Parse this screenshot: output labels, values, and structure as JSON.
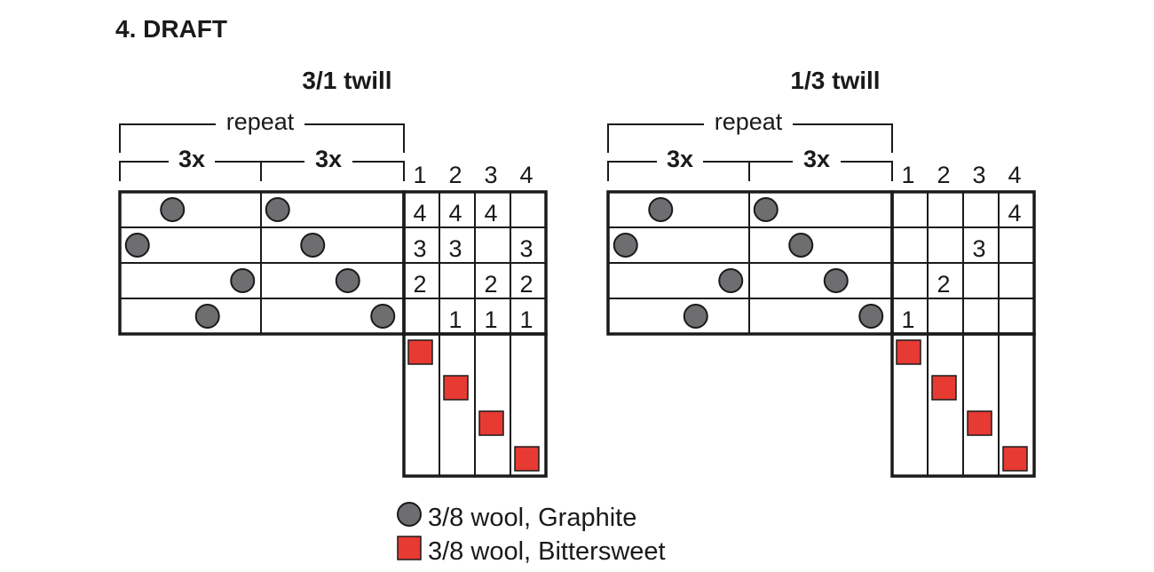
{
  "heading": "4. DRAFT",
  "colors": {
    "graphite": "#6e6e70",
    "bittersweet": "#e63a33",
    "ink": "#1a1a1a"
  },
  "drafts": [
    {
      "title": "3/1 twill",
      "repeat_label": "repeat",
      "group_labels": [
        "3x",
        "3x"
      ],
      "shaft_numbers": [
        "1",
        "2",
        "3",
        "4"
      ],
      "threading_rows": [
        [
          2,
          5
        ],
        [
          1,
          6
        ],
        [
          4,
          7
        ],
        [
          3,
          8
        ]
      ],
      "tieup": [
        [
          "4",
          "4",
          "4",
          ""
        ],
        [
          "3",
          "3",
          "",
          "3"
        ],
        [
          "2",
          "",
          "2",
          "2"
        ],
        [
          "",
          "1",
          "1",
          "1"
        ]
      ],
      "treadling": [
        1,
        2,
        3,
        4
      ]
    },
    {
      "title": "1/3 twill",
      "repeat_label": "repeat",
      "group_labels": [
        "3x",
        "3x"
      ],
      "shaft_numbers": [
        "1",
        "2",
        "3",
        "4"
      ],
      "threading_rows": [
        [
          2,
          5
        ],
        [
          1,
          6
        ],
        [
          4,
          7
        ],
        [
          3,
          8
        ]
      ],
      "tieup": [
        [
          "",
          "",
          "",
          "4"
        ],
        [
          "",
          "",
          "3",
          ""
        ],
        [
          "",
          "2",
          "",
          ""
        ],
        [
          "1",
          "",
          "",
          ""
        ]
      ],
      "treadling": [
        1,
        2,
        3,
        4
      ]
    }
  ],
  "legend": [
    {
      "symbol": "circle",
      "label": "3/8 wool, Graphite"
    },
    {
      "symbol": "square",
      "label": "3/8 wool, Bittersweet"
    }
  ]
}
